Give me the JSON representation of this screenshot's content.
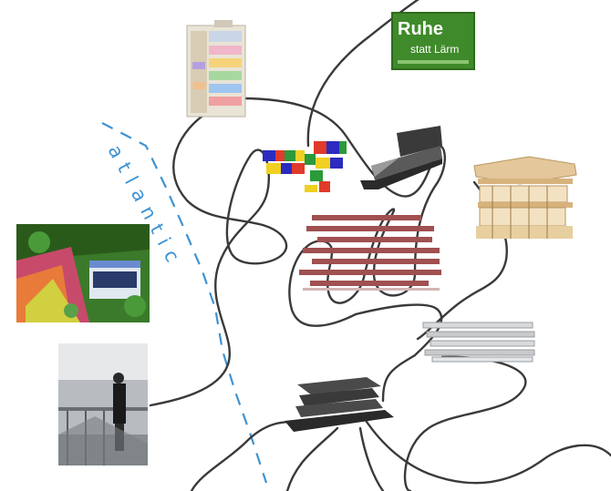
{
  "colors": {
    "background": "#ffffff",
    "path_line": "#3a3a3a",
    "dashed_line": "#3f93d2",
    "sign_green": "#3f8a2a"
  },
  "atlantic_label": "atlantic",
  "sign": {
    "line1": "Ruhe",
    "line2": "statt Lärm"
  },
  "images": [
    {
      "name": "colorful-tower-image",
      "icon": "tower-building"
    },
    {
      "name": "ruhe-sign-image",
      "icon": "green-sign"
    },
    {
      "name": "color-block-model-image",
      "icon": "block-model"
    },
    {
      "name": "dark-bar-model-image",
      "icon": "bar-model"
    },
    {
      "name": "wooden-model-image",
      "icon": "wood-building"
    },
    {
      "name": "slab-section-image",
      "icon": "slab-stack"
    },
    {
      "name": "garden-house-image",
      "icon": "garden-house"
    },
    {
      "name": "steel-slab-model-image",
      "icon": "steel-slabs"
    },
    {
      "name": "dark-stack-model-image",
      "icon": "dark-stack"
    },
    {
      "name": "balcony-photo-image",
      "icon": "balcony-photo"
    }
  ]
}
